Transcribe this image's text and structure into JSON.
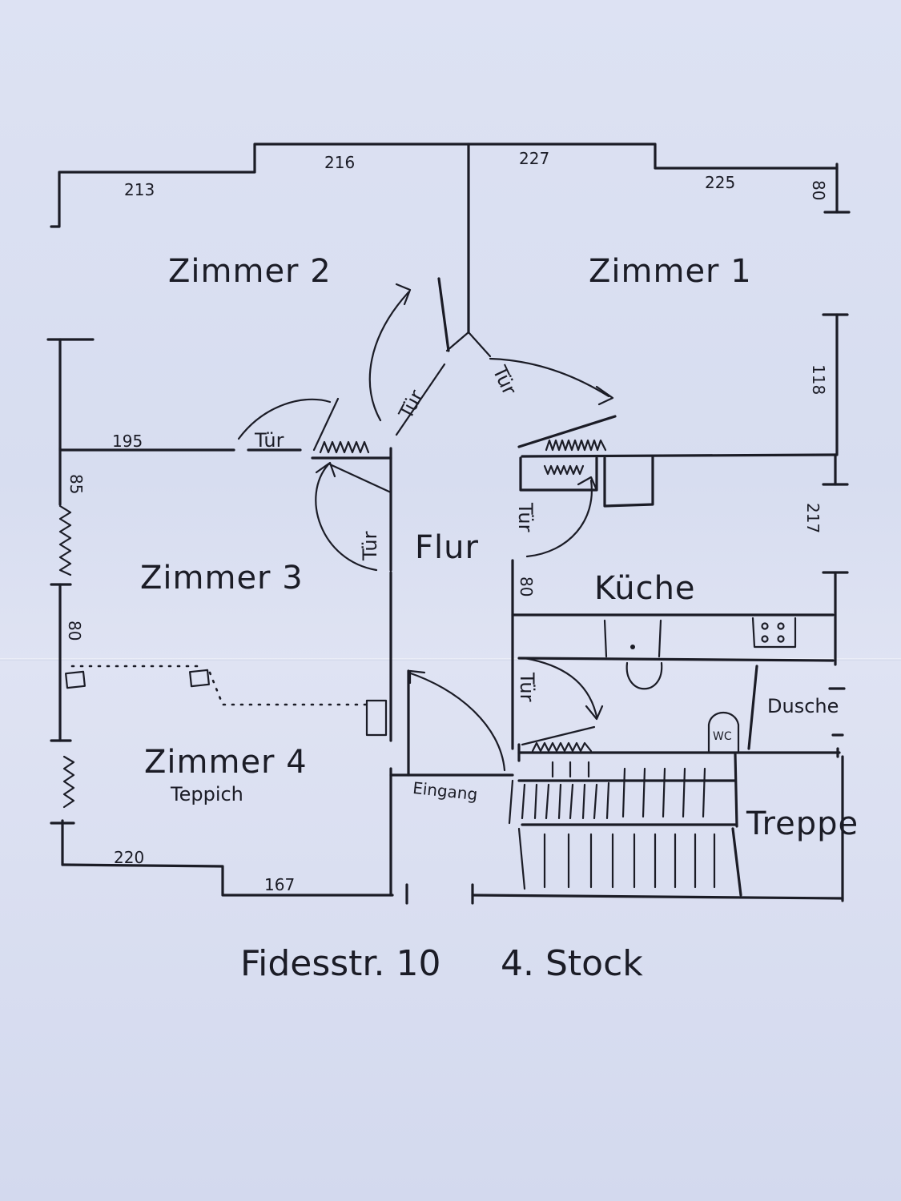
{
  "rooms": {
    "zimmer1": "Zimmer 1",
    "zimmer2": "Zimmer 2",
    "zimmer3": "Zimmer 3",
    "zimmer4": "Zimmer 4",
    "zimmer4_note": "Teppich",
    "flur": "Flur",
    "kueche": "Küche",
    "dusche": "Dusche",
    "wc": "WC",
    "treppe": "Treppe",
    "eingang": "Eingang"
  },
  "doors": {
    "label": "Tür"
  },
  "dimensions": {
    "d213": "213",
    "d216": "216",
    "d227": "227",
    "d225": "225",
    "d80_top": "80",
    "d118": "118",
    "d217": "217",
    "d195": "195",
    "d85": "85",
    "d80_left": "80",
    "d80_kitchen": "80",
    "d220": "220",
    "d167": "167"
  },
  "footer": {
    "address": "Fidesstr. 10",
    "floor": "4. Stock"
  }
}
